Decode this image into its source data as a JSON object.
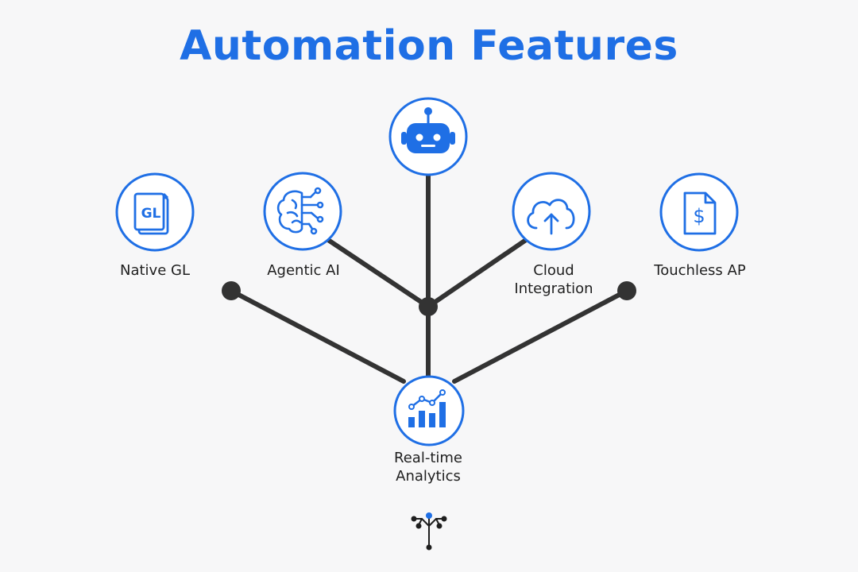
{
  "title": "Automation Features",
  "colors": {
    "accent": "#1f6fe5",
    "connector": "#333333",
    "background": "#f7f7f8"
  },
  "nodes": {
    "native_gl": {
      "label": "Native GL",
      "icon": "ledger-book-icon",
      "icon_text": "GL"
    },
    "agentic_ai": {
      "label": "Agentic AI",
      "icon": "brain-circuit-icon"
    },
    "automation_bot": {
      "icon": "robot-icon"
    },
    "cloud_integration": {
      "label_line1": "Cloud",
      "label_line2": "Integration",
      "icon": "cloud-upload-icon"
    },
    "touchless_ap": {
      "label": "Touchless AP",
      "icon": "invoice-dollar-icon",
      "icon_text": "$"
    },
    "realtime_analytics": {
      "label_line1": "Real-time",
      "label_line2": "Analytics",
      "icon": "bar-chart-trend-icon"
    }
  },
  "footer": {
    "icon": "tree-logo-icon"
  }
}
